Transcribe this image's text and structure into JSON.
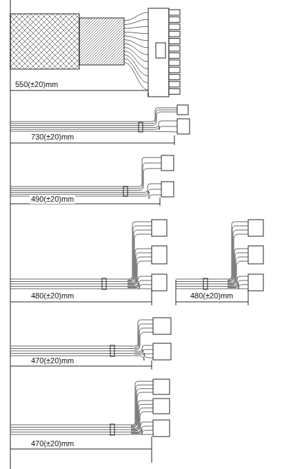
{
  "diagram": {
    "labels": [
      "550(±20)mm",
      "730(±20)mm",
      "490(±20)mm",
      "480(±20)mm",
      "480(±20)mm",
      "470(±20)mm",
      "470(±20)mm"
    ]
  }
}
